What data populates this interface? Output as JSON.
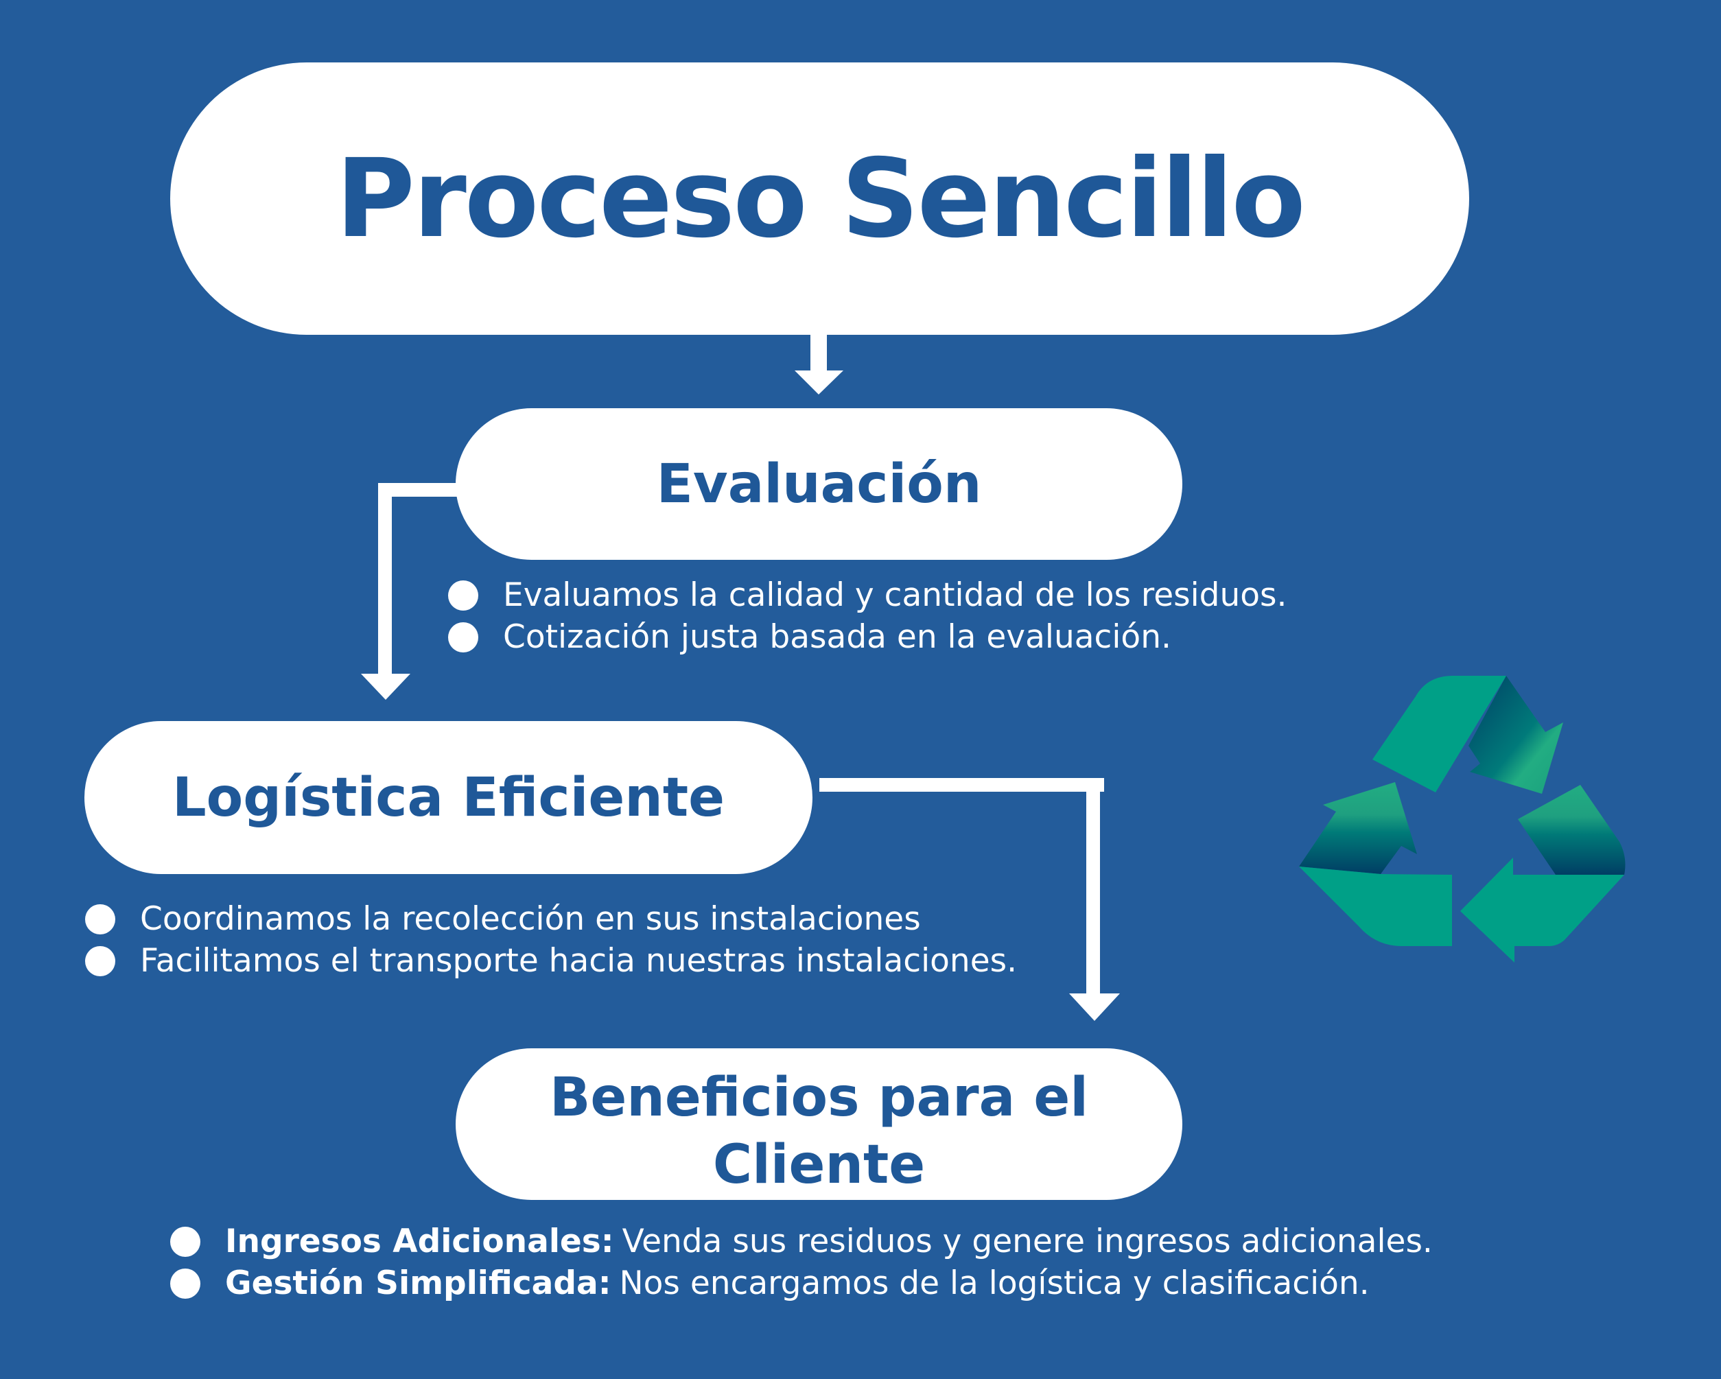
{
  "title": "Proceso Sencillo",
  "steps": [
    {
      "heading": "Evaluación",
      "bullets": [
        {
          "text": "Evaluamos la calidad y cantidad de los residuos."
        },
        {
          "text": "Cotización justa basada en la evaluación."
        }
      ]
    },
    {
      "heading": "Logística Eficiente",
      "bullets": [
        {
          "text": "Coordinamos la recolección en sus instalaciones"
        },
        {
          "text": "Facilitamos el transporte hacia nuestras instalaciones."
        }
      ]
    },
    {
      "heading": "Beneficios para el Cliente",
      "bullets": [
        {
          "label": "Ingresos Adicionales:",
          "text": "Venda sus residuos y genere ingresos adicionales."
        },
        {
          "label": "Gestión Simplificada:",
          "text": "Nos encargamos de la logística y clasificación."
        }
      ]
    }
  ],
  "colors": {
    "background": "#235c9b",
    "text": "#1f5898",
    "recycle": "#009e87"
  },
  "icons": {
    "recycle": "recycle-icon"
  }
}
